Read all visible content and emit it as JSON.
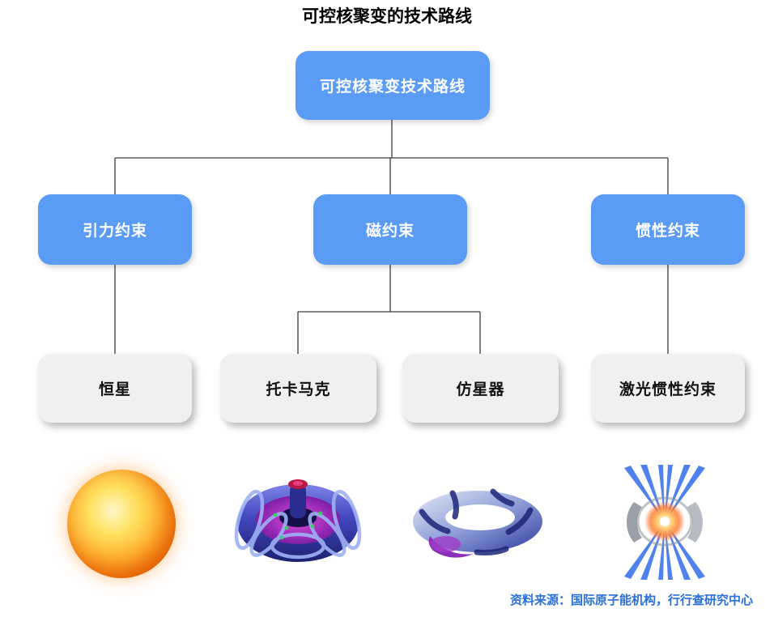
{
  "title": "可控核聚变的技术路线",
  "tree": {
    "root": {
      "label": "可控核聚变技术路线"
    },
    "level2": [
      {
        "label": "引力约束"
      },
      {
        "label": "磁约束"
      },
      {
        "label": "惯性约束"
      }
    ],
    "level3": [
      {
        "label": "恒星"
      },
      {
        "label": "托卡马克"
      },
      {
        "label": "仿星器"
      },
      {
        "label": "激光惯性约束"
      }
    ]
  },
  "images": [
    {
      "name": "sun-image"
    },
    {
      "name": "tokamak-image"
    },
    {
      "name": "stellarator-image"
    },
    {
      "name": "laser-icf-image"
    }
  ],
  "source": "资料来源：国际原子能机构，行行查研究中心",
  "colors": {
    "node_blue": "#5A9BF6",
    "node_gray": "#F0F0F0",
    "connector": "#3C3C3C",
    "source_text": "#2A6FDB"
  }
}
